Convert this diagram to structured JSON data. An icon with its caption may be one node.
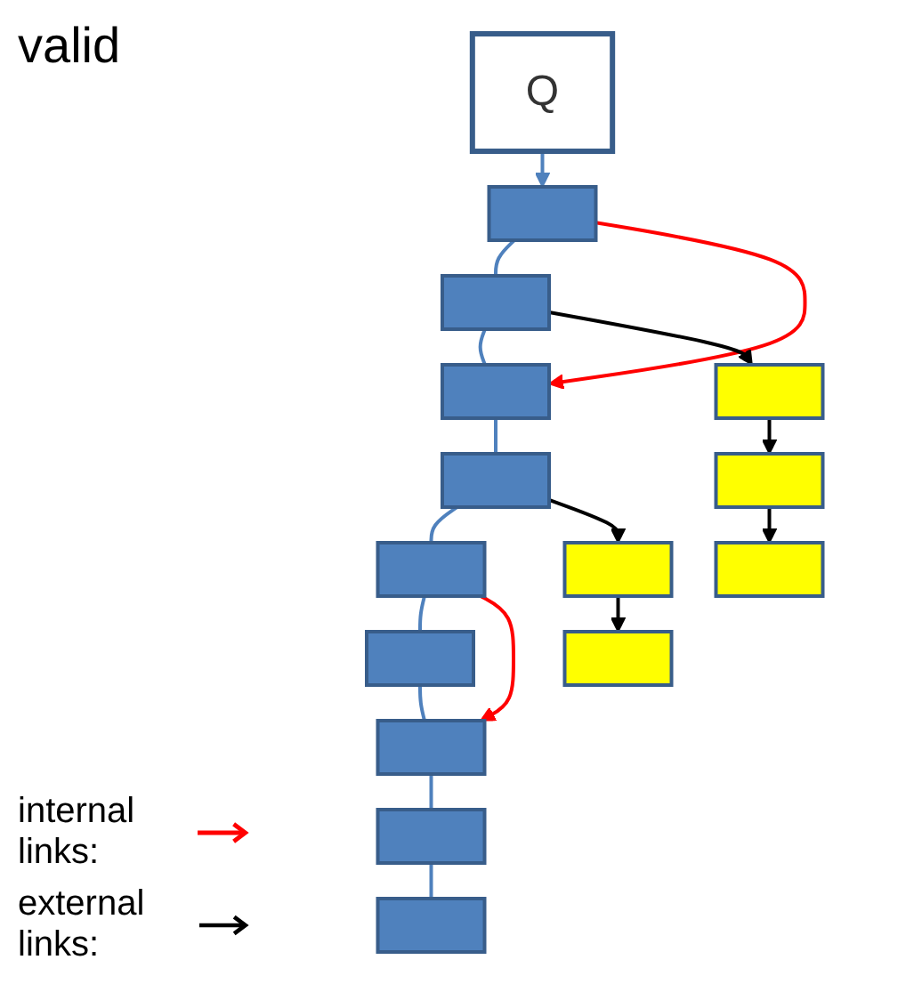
{
  "diagram": {
    "nodes": [
      {
        "text": [
          "Q"
        ]
      },
      {
        "text": [],
        "shape": "box"
      },
      {
        "text": [],
        "shape": "box"
      },
      {
        "text": [],
        "shape": "box"
      },
      {
        "text": [],
        "shape": "box"
      },
      {
        "text": [],
        "shape": "box"
      },
      {
        "text": [],
        "shape": "box"
      },
      {
        "text": [],
        "shape": "box"
      },
      {
        "text": [],
        "shape": "box"
      },
      {
        "text": [],
        "shape": "box"
      },
      {
        "text": [],
        "shape": "box"
      },
      {
        "text": [],
        "shape": "box"
      },
      {
        "text": [],
        "shape": "box"
      },
      {
        "text": [],
        "shape": "box"
      },
      {
        "text": [],
        "shape": "box"
      }
    ],
    "edges": [
      {
        "from": 0,
        "to": 1,
        "arrow": "to"
      },
      {
        "from": 1,
        "to": 2,
        "arrow": "none"
      },
      {
        "from": 2,
        "to": 3,
        "arrow": "none"
      },
      {
        "from": 3,
        "to": 4,
        "arrow": "none"
      },
      {
        "from": 4,
        "to": 5,
        "arrow": "none"
      },
      {
        "from": 5,
        "to": 6,
        "arrow": "none"
      },
      {
        "from": 6,
        "to": 7,
        "arrow": "none"
      },
      {
        "from": 7,
        "to": 8,
        "arrow": "none"
      },
      {
        "from": 8,
        "to": 9,
        "arrow": "none"
      },
      {
        "from": 1,
        "to": 3,
        "arrow": "to",
        "color": "#ff0000"
      },
      {
        "from": 5,
        "to": 7,
        "arrow": "to",
        "color": "#ff0000"
      },
      {
        "from": 2,
        "to": 10,
        "arrow": "to",
        "color": "#000000"
      },
      {
        "from": 10,
        "to": 11,
        "arrow": "to",
        "color": "#000000"
      },
      {
        "from": 11,
        "to": 12,
        "arrow": "to",
        "color": "#000000"
      },
      {
        "from": 4,
        "to": 13,
        "arrow": "to",
        "color": "#000000"
      },
      {
        "from": 13,
        "to": 14,
        "arrow": "to",
        "color": "#000000"
      }
    ],
    "labels": [
      "valid"
    ],
    "legend": [
      {
        "text": "internal links:"
      },
      {
        "text": "external links:"
      }
    ]
  }
}
